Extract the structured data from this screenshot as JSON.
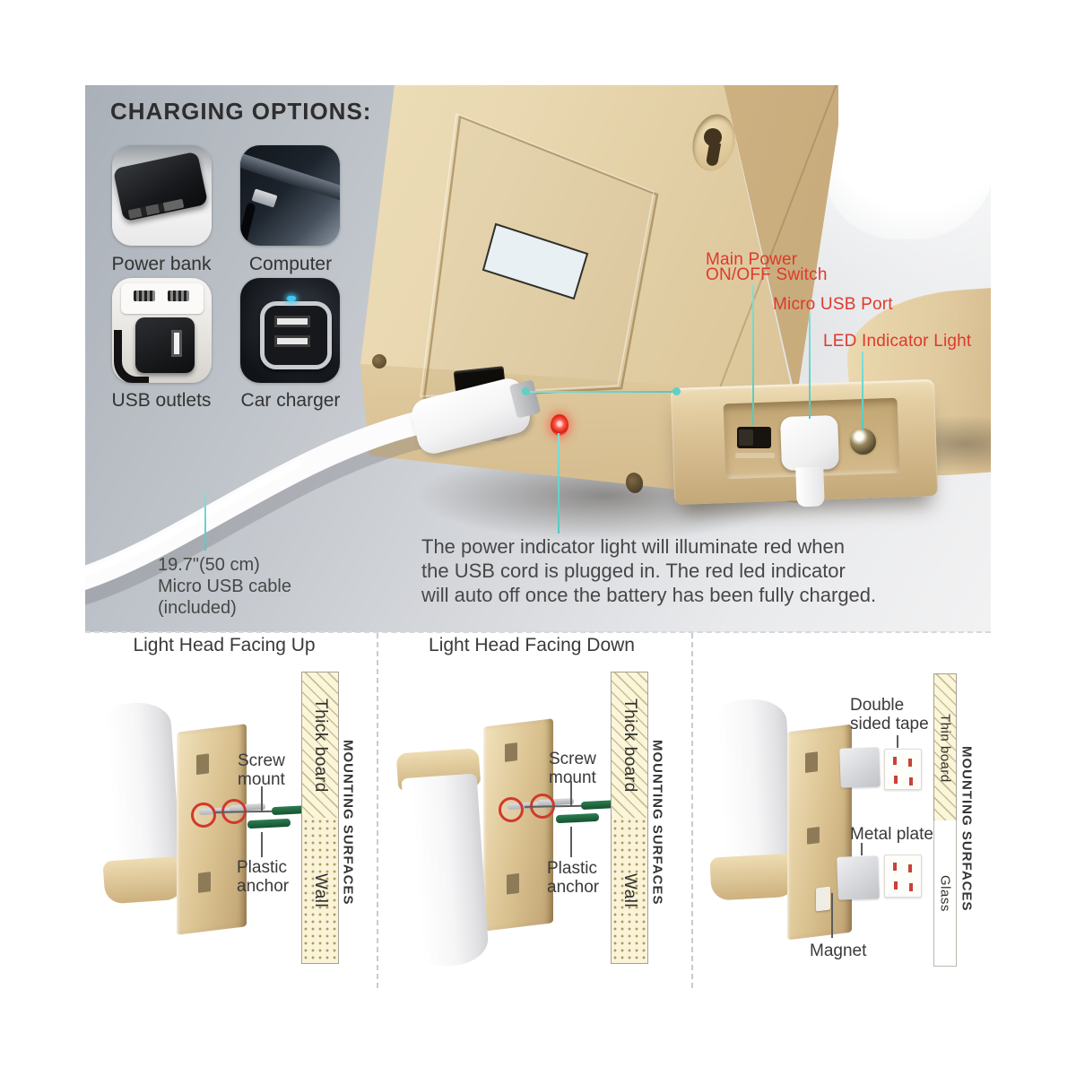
{
  "colors": {
    "accent_red": "#dd3a2c",
    "teal_line": "#5fd0c6",
    "gold": "#d9c298",
    "anchor_green": "#1e6b45",
    "text_dark": "#3c3c3c"
  },
  "charging": {
    "title": "CHARGING OPTIONS:",
    "items": [
      "Power bank",
      "Computer",
      "USB outlets",
      "Car charger"
    ]
  },
  "callouts": {
    "main_power_line1": "Main Power",
    "main_power_line2": "ON/OFF Switch",
    "micro_usb_port": "Micro USB Port",
    "led_indicator": "LED Indicator Light"
  },
  "cable_note": [
    "19.7\"(50 cm)",
    "Micro USB cable",
    "(included)"
  ],
  "description": [
    "The power indicator light will illuminate red when",
    "the USB cord is plugged in. The red led indicator",
    "will auto off once the battery has been fully charged."
  ],
  "mount_up": {
    "title": "Light Head Facing Up",
    "screw_mount": "Screw mount",
    "plastic_anchor": "Plastic anchor",
    "board_top": "Thick board",
    "board_bottom": "Wall",
    "surfaces": "MOUNTING SURFACES"
  },
  "mount_down": {
    "title": "Light Head Facing Down",
    "screw_mount": "Screw mount",
    "plastic_anchor": "Plastic anchor",
    "board_top": "Thick board",
    "board_bottom": "Wall",
    "surfaces": "MOUNTING SURFACES"
  },
  "mount_magnet": {
    "double_sided_tape": "Double sided tape",
    "metal_plate": "Metal plate",
    "magnet": "Magnet",
    "board_top": "Thin board",
    "board_bottom": "Glass",
    "surfaces": "MOUNTING SURFACES"
  }
}
